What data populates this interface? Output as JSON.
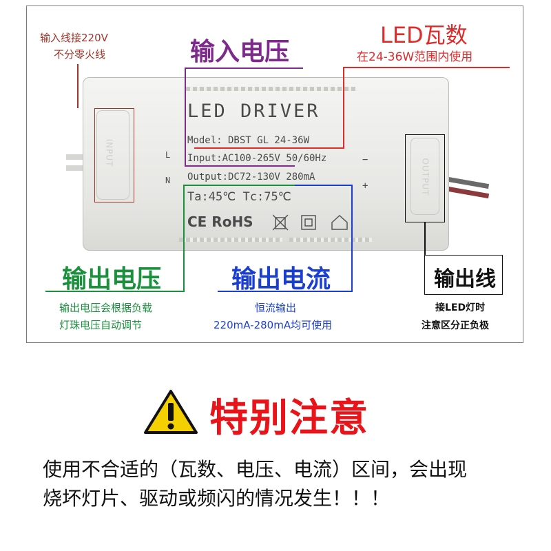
{
  "annotations": {
    "input_wire_note": [
      "输入线接220V",
      "不分零火线"
    ],
    "input_voltage": "输入电压",
    "led_watts_title": "LED瓦数",
    "led_watts_sub": "在24-36W范围内使用",
    "output_voltage_title": "输出电压",
    "output_voltage_sub": [
      "输出电压会根据负载",
      "灯珠电压自动调节"
    ],
    "output_current_title": "输出电流",
    "output_current_sub": [
      "恒流输出",
      "220mA-280mA均可使用"
    ],
    "output_line_title": "输出线",
    "output_line_sub": [
      "接LED灯时",
      "注意区分正负极"
    ]
  },
  "label": {
    "title": "LED DRIVER",
    "model": "Model: DBST GL 24-36W",
    "input": "Input:AC100-265V 50/60Hz",
    "output": "Output:DC72-130V 280mA",
    "temps": "Ta:45℃ Tc:75℃",
    "certs": "CE RoHS",
    "l": "L",
    "n": "N",
    "minus": "−",
    "plus": "+",
    "input_emboss": "INPUT",
    "output_emboss": "OUTPUT"
  },
  "warning": {
    "icon": "warning-triangle-icon",
    "title": "特别注意",
    "body": [
      "使用不合适的（瓦数、电压、电流）区间，会出现",
      "烧坏灯片、驱动或频闪的情况发生！！！"
    ]
  },
  "colors": {
    "dark_red": "#a0342a",
    "purple": "#7d2a8c",
    "red": "#e02b2b",
    "green": "#1a8f3c",
    "blue": "#1a3fd0",
    "black": "#111111",
    "warning_red": "#e8141a"
  }
}
